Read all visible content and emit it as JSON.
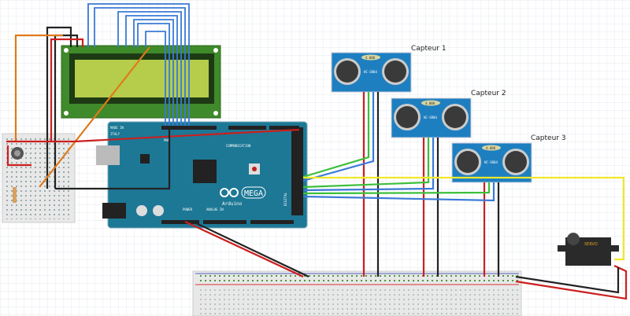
{
  "sensors": [
    {
      "label": "Capteur 1",
      "model": "HC-SR04",
      "badge": "4.000"
    },
    {
      "label": "Capteur 2",
      "model": "HC-SR04",
      "badge": "4.000"
    },
    {
      "label": "Capteur 3",
      "model": "HC-SR04",
      "badge": "4.000"
    }
  ],
  "arduino": {
    "brand": "Arduino",
    "model": "MEGA",
    "made_in": "MADE IN",
    "country": "ITALY",
    "communication": "COMMUNICATION",
    "power": "POWER",
    "analog": "ANALOG IN",
    "digital": "DIGITAL",
    "pwm": "PWM"
  },
  "servo": {
    "label": "SERVO"
  },
  "colors": {
    "board": "#1d7896",
    "sensor": "#1e7fc0",
    "lcd_pcb": "#3f8a2a",
    "lcd_screen": "#b5cd4a",
    "wire_red": "#cc1f1f",
    "wire_black": "#222222",
    "wire_green": "#3cbf3c",
    "wire_blue": "#3a7ad6",
    "wire_yellow": "#f0e82a",
    "wire_orange": "#e07a1a"
  }
}
